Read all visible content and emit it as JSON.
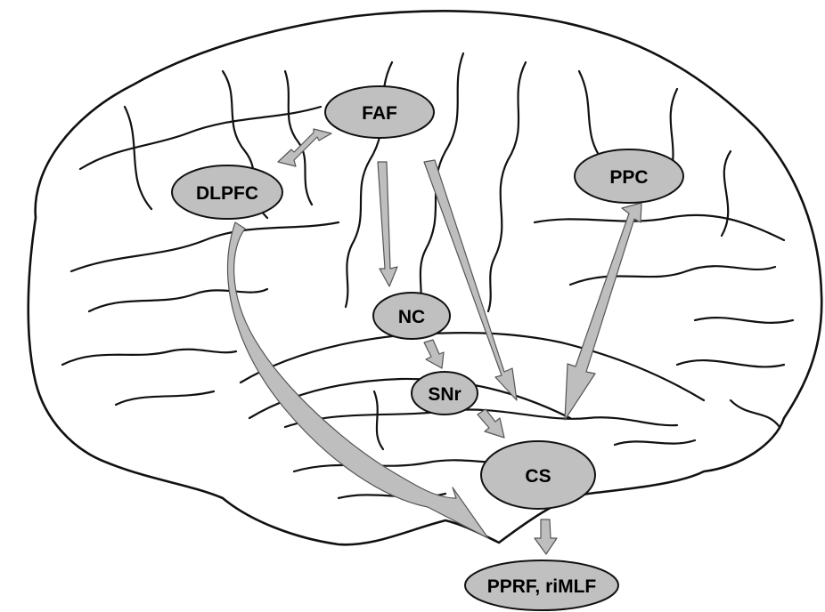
{
  "diagram": {
    "nodes": [
      {
        "id": "faf",
        "label": "FAF"
      },
      {
        "id": "dlpfc",
        "label": "DLPFC"
      },
      {
        "id": "ppc",
        "label": "PPC"
      },
      {
        "id": "nc",
        "label": "NC"
      },
      {
        "id": "snr",
        "label": "SNr"
      },
      {
        "id": "cs",
        "label": "CS"
      },
      {
        "id": "pprf",
        "label": "PPRF, riMLF"
      }
    ],
    "edges": [
      {
        "from": "faf",
        "to": "dlpfc",
        "bidirectional": true
      },
      {
        "from": "faf",
        "to": "nc"
      },
      {
        "from": "faf",
        "to": "cs"
      },
      {
        "from": "ppc",
        "to": "cs",
        "bidirectional": true
      },
      {
        "from": "nc",
        "to": "snr"
      },
      {
        "from": "snr",
        "to": "cs"
      },
      {
        "from": "cs",
        "to": "pprf"
      },
      {
        "from": "dlpfc",
        "to": "pprf"
      }
    ]
  },
  "colors": {
    "node_fill": "#c0c0c0",
    "arrow_fill": "#bebebe",
    "outline": "#111111",
    "background": "#ffffff"
  }
}
